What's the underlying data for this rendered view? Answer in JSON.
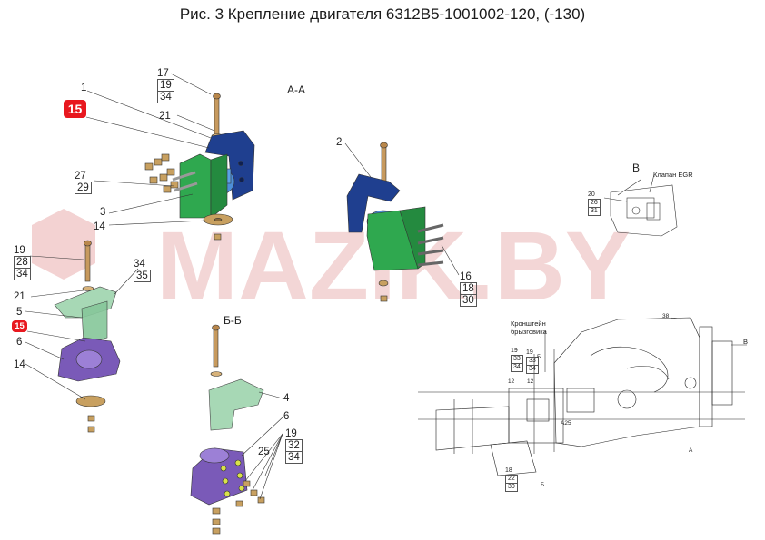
{
  "title": "Рис. 3  Крепление двигателя 6312В5-1001002-120, (-130)",
  "watermark": "MAZIK.BY",
  "colors": {
    "badge": "#e8181f",
    "bracket_blue": "#1f3f8f",
    "bracket_green": "#2fa84f",
    "cushion_purple": "#7a5ab8",
    "washer": "#c8a060",
    "watermark": "#f2c9c9"
  },
  "sections": {
    "aa": "А-А",
    "bb": "Б-Б",
    "v": "В"
  },
  "labels": {
    "l1": "1",
    "l15a": "15",
    "l17": "17",
    "l19a": "19",
    "l34a": "34",
    "l21a": "21",
    "l27": "27",
    "l29": "29",
    "l3": "3",
    "l14a": "14",
    "l2": "2",
    "l16": "16",
    "l18a": "18",
    "l30a": "30",
    "l19b": "19",
    "l28": "28",
    "l34b": "34",
    "l34c": "34",
    "l35": "35",
    "l21b": "21",
    "l5": "5",
    "l15b": "15",
    "l6a": "6",
    "l14b": "14",
    "l4": "4",
    "l6b": "6",
    "l19c": "19",
    "l25": "25",
    "l32": "32",
    "l34d": "34",
    "l20": "20",
    "l26": "26",
    "l31": "31",
    "egr": "Клапан EGR",
    "bracket": "Кронштейн",
    "bracket2": "брызговика",
    "l38": "38",
    "b_arrow": "В",
    "l19d": "19",
    "l33a": "33",
    "l34e": "34",
    "l19e": "19",
    "l33b": "33",
    "l34f": "34",
    "l12a": "12",
    "l12b": "12",
    "b_sec1": "Б",
    "a25": "А25",
    "l18b": "18",
    "l22": "22",
    "l30b": "30",
    "b_sec2": "Б",
    "a_sec": "А"
  }
}
